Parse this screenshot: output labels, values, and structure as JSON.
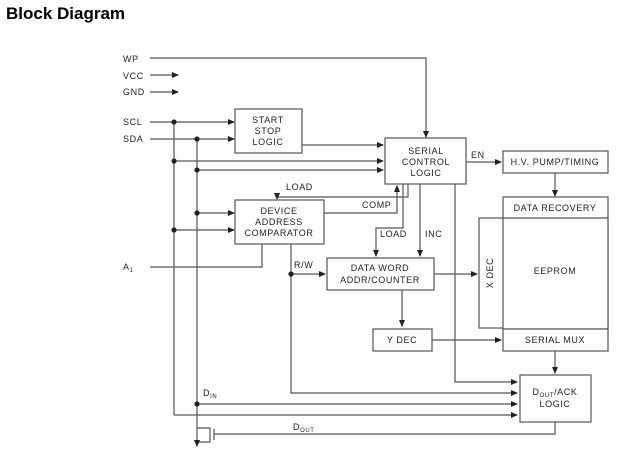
{
  "title": "Block Diagram",
  "pins": {
    "wp": "WP",
    "vcc": "VCC",
    "gnd": "GND",
    "scl": "SCL",
    "sda": "SDA",
    "a1": "A",
    "a1_sub": "1"
  },
  "blocks": {
    "start_stop": [
      "START",
      "STOP",
      "LOGIC"
    ],
    "serial_control": [
      "SERIAL",
      "CONTROL",
      "LOGIC"
    ],
    "hv_pump": "H.V. PUMP/TIMING",
    "device_address": [
      "DEVICE",
      "ADDRESS",
      "COMPARATOR"
    ],
    "data_recovery": "DATA RECOVERY",
    "data_word": [
      "DATA WORD",
      "ADDR/COUNTER"
    ],
    "x_dec": "X DEC",
    "eeprom": "EEPROM",
    "y_dec": "Y DEC",
    "serial_mux": "SERIAL MUX",
    "dout_ack": {
      "d": "D",
      "sub": "OUT",
      "rest": "/ACK",
      "line2": "LOGIC"
    }
  },
  "signals": {
    "en": "EN",
    "load1": "LOAD",
    "comp": "COMP",
    "load2": "LOAD",
    "inc": "INC",
    "rw": "R/W",
    "din": "D",
    "din_sub": "IN",
    "dout": "D",
    "dout_sub": "OUT"
  }
}
